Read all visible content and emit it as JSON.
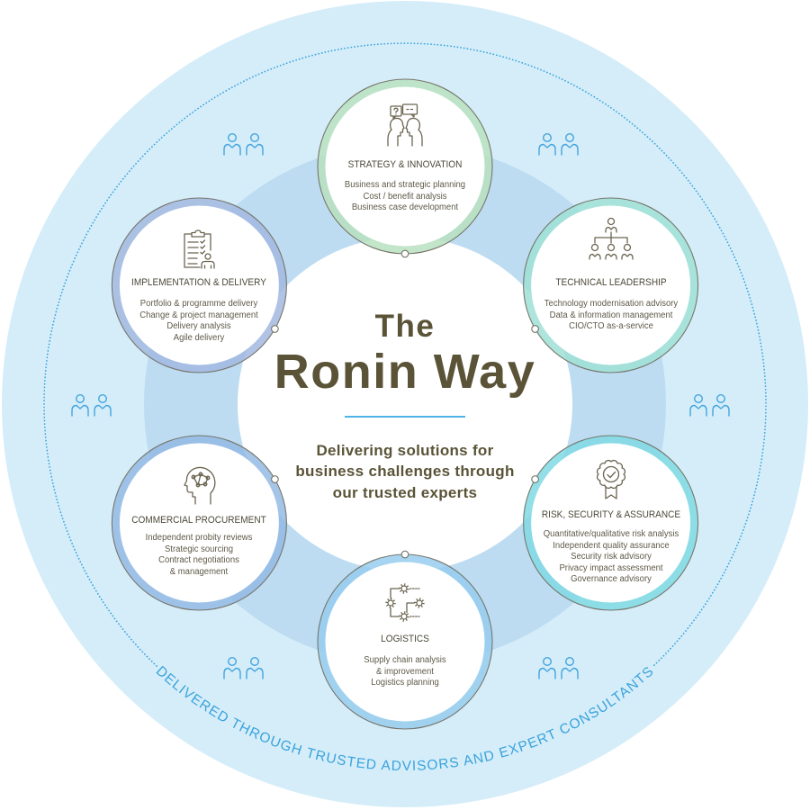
{
  "diagram": {
    "title_line1": "The",
    "title_line2": "Ronin Way",
    "tagline": [
      "Delivering solutions for",
      "business challenges through",
      "our trusted experts"
    ],
    "outer_ring_text": "DELIVERED THROUGH TRUSTED ADVISORS AND EXPERT CONSULTANTS",
    "advisor_icon": "people-icon"
  },
  "services": [
    {
      "title": "STRATEGY & INNOVATION",
      "icon": "discussion-icon",
      "ring_color": "#b9e0bf",
      "items": [
        "Business and strategic planning",
        "Cost / benefit analysis",
        "Business case development"
      ]
    },
    {
      "title": "TECHNICAL LEADERSHIP",
      "icon": "org-chart-icon",
      "ring_color": "#9fe0d6",
      "items": [
        "Technology modernisation advisory",
        "Data & information management",
        "CIO/CTO as-a-service"
      ]
    },
    {
      "title": "RISK, SECURITY & ASSURANCE",
      "icon": "award-badge-icon",
      "ring_color": "#80d9e4",
      "items": [
        "Quantitative/qualitative risk analysis",
        "Independent quality assurance",
        "Security risk advisory",
        "Privacy impact assessment",
        "Governance advisory"
      ]
    },
    {
      "title": "LOGISTICS",
      "icon": "supply-chain-icon",
      "ring_color": "#96cdef",
      "items": [
        "Supply chain analysis",
        "& improvement",
        "Logistics planning"
      ]
    },
    {
      "title": "COMMERCIAL PROCUREMENT",
      "icon": "mind-network-icon",
      "ring_color": "#94bae4",
      "items": [
        "Independent probity reviews",
        "Strategic sourcing",
        "Contract negotiations",
        "& management"
      ]
    },
    {
      "title": "IMPLEMENTATION & DELIVERY",
      "icon": "clipboard-icon",
      "ring_color": "#a2b8e1",
      "items": [
        "Portfolio & programme delivery",
        "Change & project management",
        "Delivery analysis",
        "Agile delivery"
      ]
    }
  ],
  "colors": {
    "outer_ring": "#d5edf9",
    "middle_band": "#bddcf1",
    "inner_circle": "#ffffff",
    "heading_text": "#5a5337",
    "accent_blue": "#3aa3dc",
    "divider": "#4fb3e8",
    "satellite_outline": "#77766b"
  }
}
